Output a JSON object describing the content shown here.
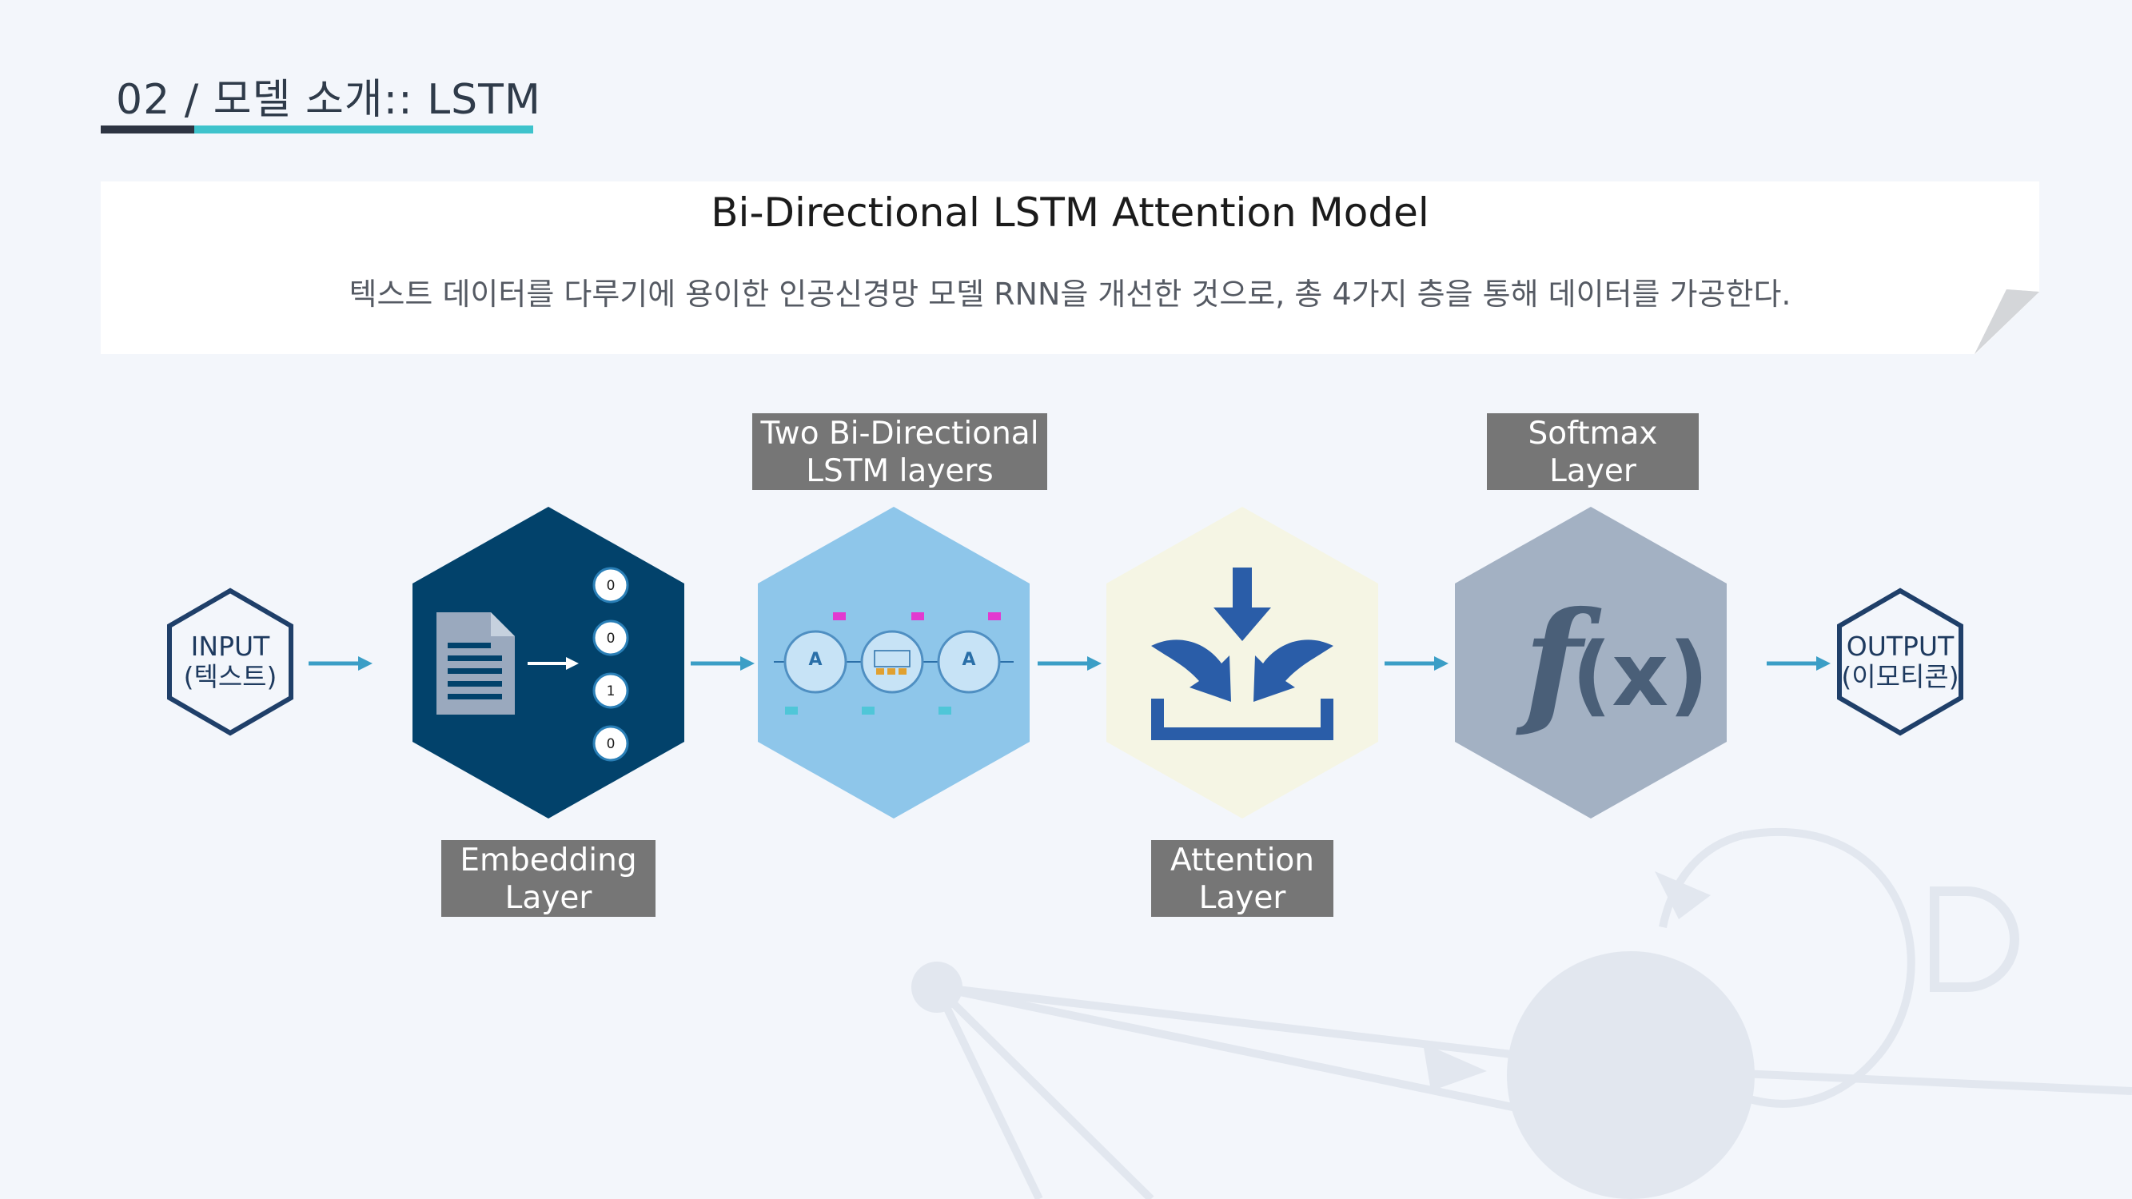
{
  "header": {
    "title": "02 / 모델 소개:: LSTM"
  },
  "card": {
    "title": "Bi-Directional LSTM Attention Model",
    "description": "텍스트 데이터를 다루기에 용이한 인공신경망 모델 RNN을 개선한 것으로, 총 4가지 층을 통해 데이터를 가공한다."
  },
  "pipeline": {
    "input": {
      "line1": "INPUT",
      "line2": "(텍스트)"
    },
    "output": {
      "line1": "OUTPUT",
      "line2": "(이모티콘)"
    },
    "embedding": {
      "line1": "Embedding",
      "line2": "Layer",
      "vector": [
        "0",
        "0",
        "1",
        "0"
      ]
    },
    "lstm": {
      "line1": "Two Bi-Directional",
      "line2": "LSTM layers",
      "cell": "A"
    },
    "attention": {
      "line1": "Attention",
      "line2": "Layer"
    },
    "softmax": {
      "line1": "Softmax",
      "line2": "Layer"
    }
  },
  "colors": {
    "accent_teal": "#3ec3cc",
    "embedding_hex": "#02426b",
    "lstm_hex": "#8ec6ea",
    "attention_hex": "#f5f5e4",
    "softmax_hex": "#a3b1c3",
    "label_bg": "#767676",
    "arrow": "#3b9ec6"
  },
  "icons": {
    "embedding": "document-icon",
    "attention": "download-tray-icon",
    "softmax": "function-fx-icon"
  }
}
